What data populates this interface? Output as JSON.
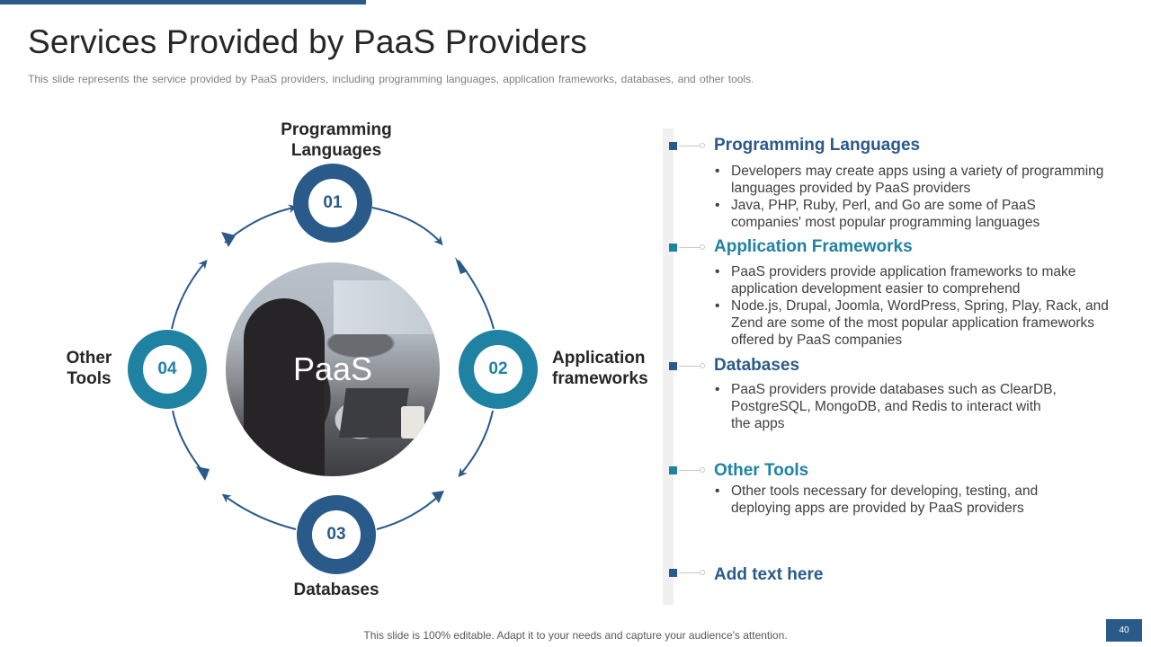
{
  "slide": {
    "title": "Services Provided by PaaS Providers",
    "subtitle": "This slide represents the service provided by PaaS providers, including programming languages, application frameworks, databases, and other tools.",
    "footer": "This slide is 100% editable. Adapt it to your needs and capture your audience's attention.",
    "page_number": "40"
  },
  "diagram": {
    "center_label": "PaaS",
    "nodes": [
      {
        "number": "01",
        "label_line1": "Programming",
        "label_line2": "Languages"
      },
      {
        "number": "02",
        "label_line1": "Application",
        "label_line2": "frameworks"
      },
      {
        "number": "03",
        "label_line1": "Databases",
        "label_line2": ""
      },
      {
        "number": "04",
        "label_line1": "Other",
        "label_line2": "Tools"
      }
    ]
  },
  "sections": [
    {
      "title": "Programming Languages",
      "bullets": [
        [
          "Developers may create apps using a variety of programming",
          "languages provided by PaaS providers"
        ],
        [
          "Java, PHP, Ruby, Perl, and Go are some of PaaS",
          "companies' most popular programming languages"
        ]
      ]
    },
    {
      "title": "Application Frameworks",
      "bullets": [
        [
          "PaaS providers provide application frameworks to make",
          "application development  easier to comprehend"
        ],
        [
          "Node.js, Drupal, Joomla, WordPress, Spring, Play, Rack, and",
          "Zend are some of the most popular application frameworks",
          "offered by PaaS companies"
        ]
      ]
    },
    {
      "title": "Databases",
      "bullets": [
        [
          "PaaS providers provide databases such as ClearDB,",
          "PostgreSQL, MongoDB, and Redis to interact with",
          "the apps"
        ]
      ]
    },
    {
      "title": "Other Tools",
      "bullets": [
        [
          "Other tools necessary for developing, testing, and",
          "deploying apps are provided by PaaS providers"
        ]
      ]
    },
    {
      "title": "Add text here",
      "bullets": []
    }
  ],
  "colors": {
    "dark": "#2a5a8a",
    "teal": "#1f82a3"
  }
}
